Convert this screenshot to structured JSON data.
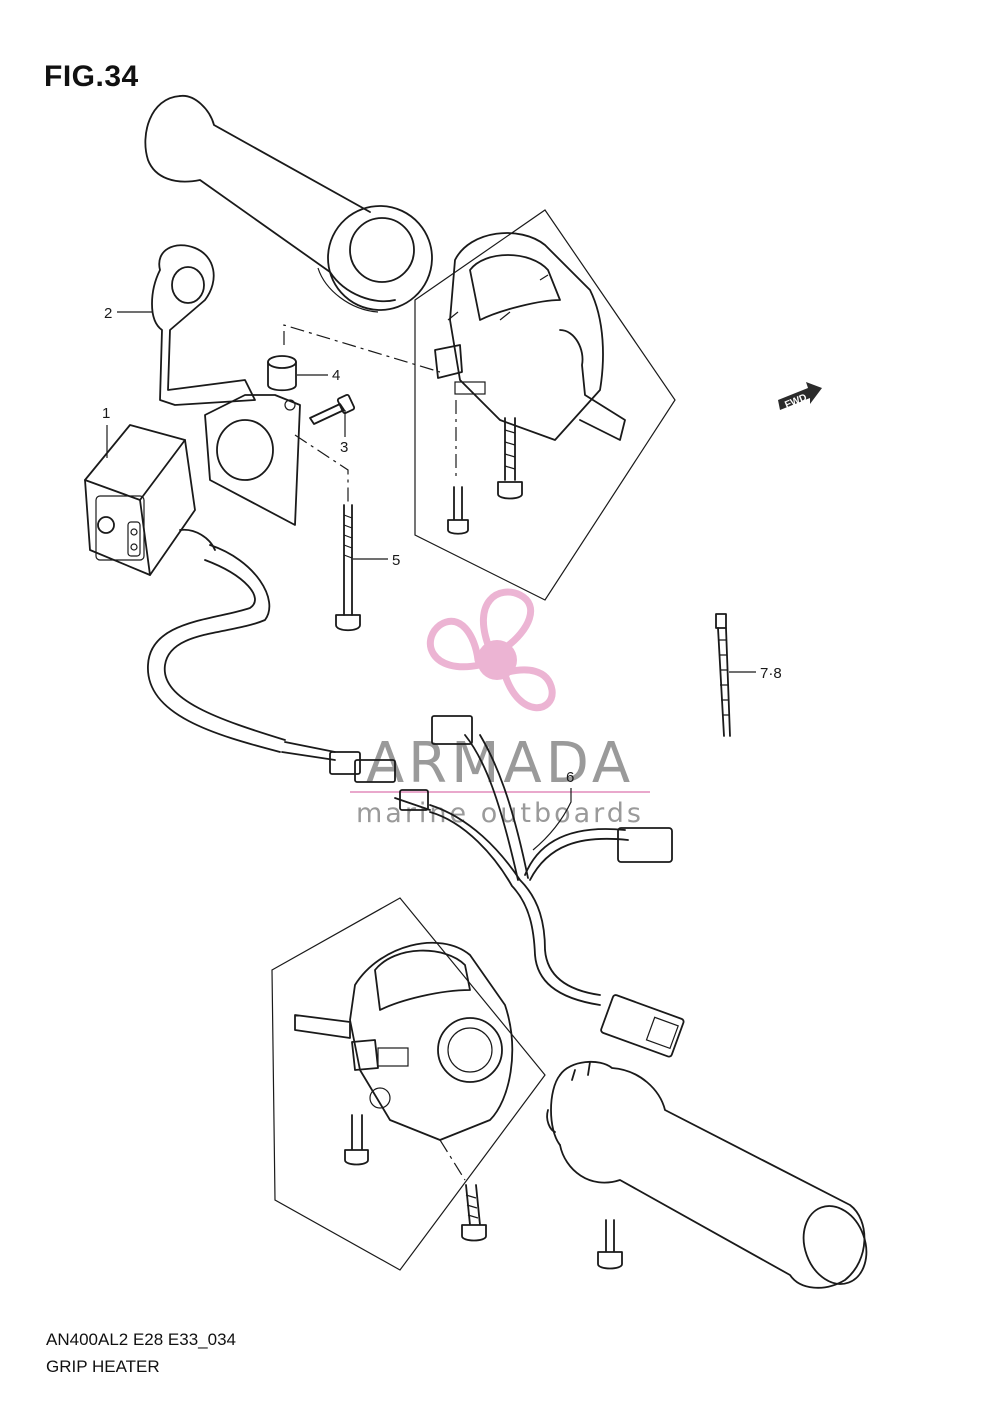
{
  "figure": {
    "title": "FIG.34",
    "model_code": "AN400AL2 E28 E33_034",
    "name": "GRIP HEATER",
    "fwd_label": "FWD"
  },
  "callouts": [
    {
      "id": "1",
      "label": "1"
    },
    {
      "id": "2",
      "label": "2"
    },
    {
      "id": "3",
      "label": "3"
    },
    {
      "id": "4",
      "label": "4"
    },
    {
      "id": "5",
      "label": "5"
    },
    {
      "id": "6",
      "label": "6"
    },
    {
      "id": "7-8",
      "label": "7·8"
    }
  ],
  "watermark": {
    "brand": "ARMADA",
    "tagline": "marine outboards",
    "color": "#e9a8cc",
    "text_color": "#9a9a9a"
  }
}
